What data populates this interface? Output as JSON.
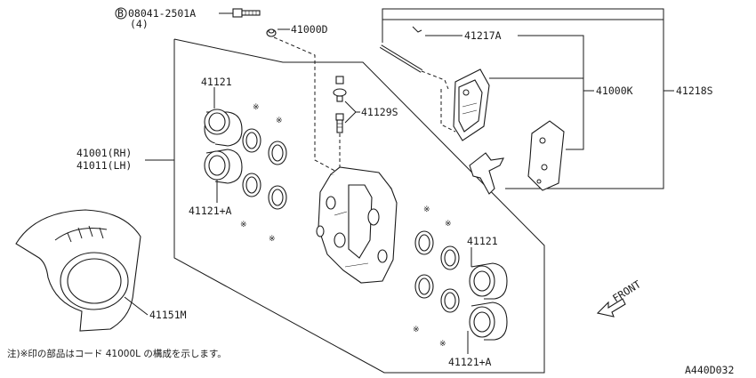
{
  "labels": {
    "bolt_prefix": "B",
    "bolt": "08041-2501A",
    "bolt_qty": "(4)",
    "p41000D": "41000D",
    "p41217A": "41217A",
    "p41121_top": "41121",
    "p41129S": "41129S",
    "p41000K": "41000K",
    "p41218S": "41218S",
    "p41001": "41001(RH)",
    "p41011": "41011(LH)",
    "p41121A_left": "41121+A",
    "p41121_right": "41121",
    "p41151M": "41151M",
    "p41121A_right": "41121+A",
    "front": "FRONT",
    "note": "注)※印の部品はコード 41000L の構成を示します。",
    "diagram_code": "A440D032",
    "star": "※"
  },
  "colors": {
    "ink": "#1a1a1a",
    "background": "#ffffff"
  }
}
